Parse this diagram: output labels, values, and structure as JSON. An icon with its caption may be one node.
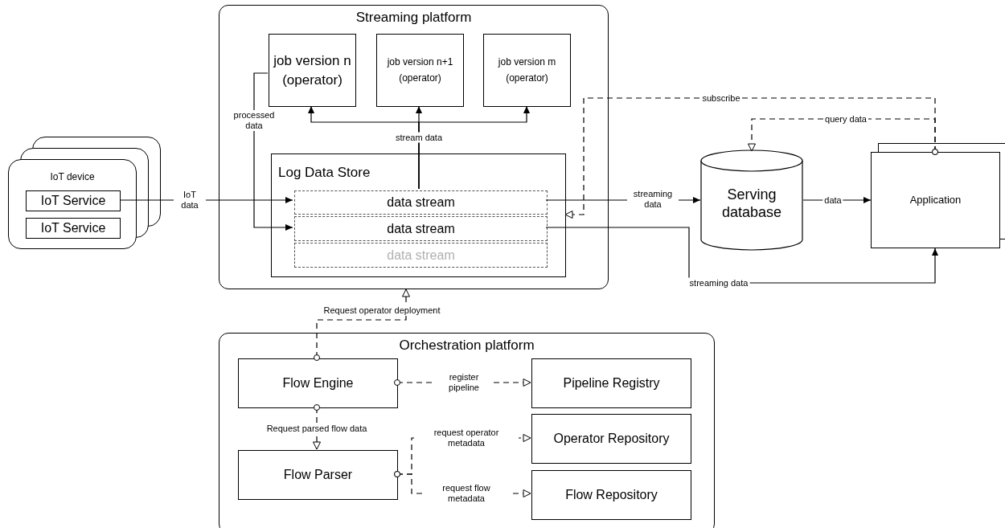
{
  "diagram": {
    "nodes": [
      {
        "text": [
          "Streaming platform"
        ]
      },
      {
        "text": [
          "job version n (operator)"
        ],
        "in": 0
      },
      {
        "text": [
          "job version n+1 (operator)"
        ],
        "in": 0
      },
      {
        "text": [
          "job version m (operator)"
        ],
        "in": 0
      },
      {
        "text": [
          "Log Data Store"
        ],
        "in": 0
      },
      {
        "text": [
          "data stream"
        ],
        "in": 4
      },
      {
        "text": [
          "data stream"
        ],
        "in": 4
      },
      {
        "text": [
          "data stream"
        ],
        "in": 4
      },
      {
        "text": [
          "IoT device"
        ]
      },
      {
        "text": [
          "IoT Service"
        ],
        "in": 8
      },
      {
        "text": [
          "IoT Service"
        ],
        "in": 8
      },
      {
        "text": [
          "Serving database"
        ]
      },
      {
        "text": [
          "Application"
        ]
      },
      {
        "text": [
          "Orchestration platform"
        ]
      },
      {
        "text": [
          "Flow Engine"
        ],
        "in": 13
      },
      {
        "text": [
          "Pipeline Registry"
        ],
        "in": 13
      },
      {
        "text": [
          "Flow Parser"
        ],
        "in": 13
      },
      {
        "text": [
          "Operator Repository"
        ],
        "in": 13
      },
      {
        "text": [
          "Flow Repository"
        ],
        "in": 13
      }
    ],
    "edges": [
      {
        "from": 9,
        "to": 5,
        "arrow": "to",
        "label": "IoT data"
      },
      {
        "from": 1,
        "to": 6,
        "arrow": "to",
        "label": "processed data"
      },
      {
        "from": 5,
        "to": 1,
        "arrow": "to"
      },
      {
        "from": 5,
        "to": 2,
        "arrow": "to",
        "label": "stream data"
      },
      {
        "from": 5,
        "to": 3,
        "arrow": "to"
      },
      {
        "from": 5,
        "to": 11,
        "arrow": "to",
        "label": "streaming data"
      },
      {
        "from": 6,
        "to": 12,
        "arrow": "to",
        "label": "streaming data"
      },
      {
        "from": 11,
        "to": 12,
        "arrow": "to",
        "label": "data"
      },
      {
        "from": 12,
        "to": 11,
        "arrow": "to",
        "label": "query data",
        "style": "dashed"
      },
      {
        "from": 12,
        "to": 4,
        "arrow": "to",
        "label": "subscribe",
        "style": "dashed"
      },
      {
        "from": 14,
        "to": 0,
        "arrow": "to",
        "label": "Request operator deployment",
        "style": "dashed"
      },
      {
        "from": 14,
        "to": 15,
        "arrow": "to",
        "label": "register pipeline",
        "style": "dashed"
      },
      {
        "from": 14,
        "to": 16,
        "arrow": "to",
        "label": "Request parsed flow data",
        "style": "dashed"
      },
      {
        "from": 16,
        "to": 17,
        "arrow": "to",
        "label": "request operator metadata",
        "style": "dashed"
      },
      {
        "from": 16,
        "to": 18,
        "arrow": "to",
        "label": "request flow metadata",
        "style": "dashed"
      }
    ]
  }
}
